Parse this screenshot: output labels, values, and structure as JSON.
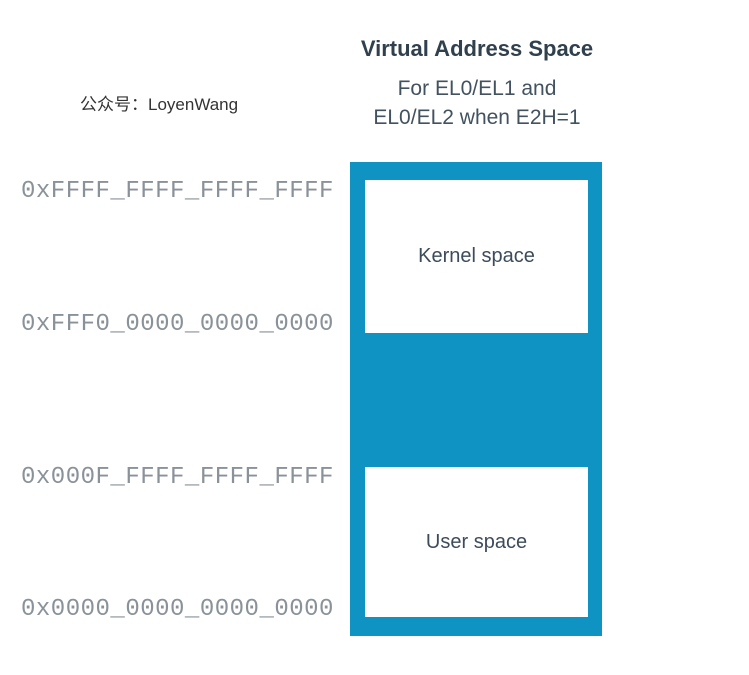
{
  "header": {
    "title": "Virtual Address Space",
    "subtitle_line1": "For EL0/EL1 and",
    "subtitle_line2": "EL0/EL2 when E2H=1"
  },
  "watermark": {
    "text": "公众号：LoyenWang"
  },
  "diagram": {
    "type": "memory-map",
    "colors": {
      "map_fill": "#0e93c2",
      "region_fill": "#ffffff",
      "title_text": "#30404d",
      "region_text": "#3d4c5a",
      "address_text": "#8a9299"
    },
    "address_labels": [
      "0xFFFF_FFFF_FFFF_FFFF",
      "0xFFF0_0000_0000_0000",
      "0x000F_FFFF_FFFF_FFFF",
      "0x0000_0000_0000_0000"
    ],
    "regions": [
      {
        "label": "Kernel space"
      },
      {
        "label": "User space"
      }
    ]
  }
}
